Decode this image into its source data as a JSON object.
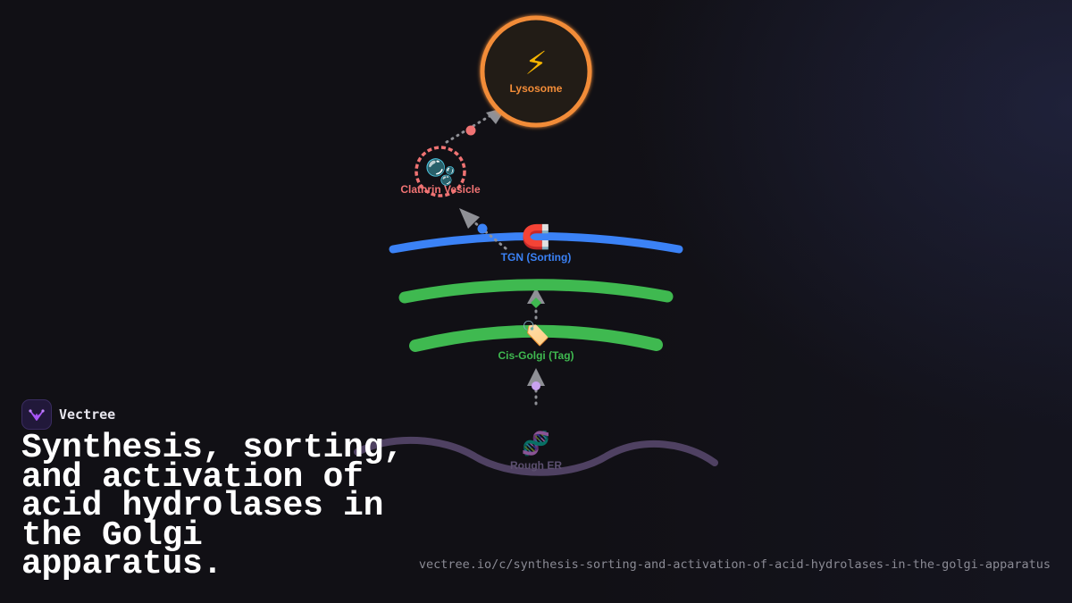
{
  "brand": {
    "name": "Vectree",
    "logo_icon": "vectree-logo-icon",
    "accent": "#a855f7"
  },
  "title": "Synthesis, sorting, and activation of acid hydrolases in the Golgi apparatus.",
  "url": "vectree.io/c/synthesis-sorting-and-activation-of-acid-hydrolases-in-the-golgi-apparatus",
  "diagram": {
    "nodes": {
      "lysosome": {
        "label": "Lysosome",
        "icon": "⚡",
        "color": "#f28c38"
      },
      "vesicle": {
        "label": "Clathrin Vesicle",
        "icon": "🫧",
        "color": "#f07373"
      },
      "tgn": {
        "label": "TGN (Sorting)",
        "icon": "🧲",
        "color": "#3b82f6"
      },
      "cis_golgi": {
        "label": "Cis-Golgi (Tag)",
        "icon": "🏷️",
        "color": "#3fb950"
      },
      "rough_er": {
        "label": "Rough ER",
        "icon": "🧬",
        "color": "#6b5a80"
      }
    },
    "colors": {
      "arrow": "#8f9096",
      "medial": "#3fb950",
      "er_cargo": "#c9a2f0",
      "cis_cargo": "#3fb950",
      "tgn_cargo": "#3b82f6",
      "vesicle_cargo": "#f07373"
    }
  }
}
